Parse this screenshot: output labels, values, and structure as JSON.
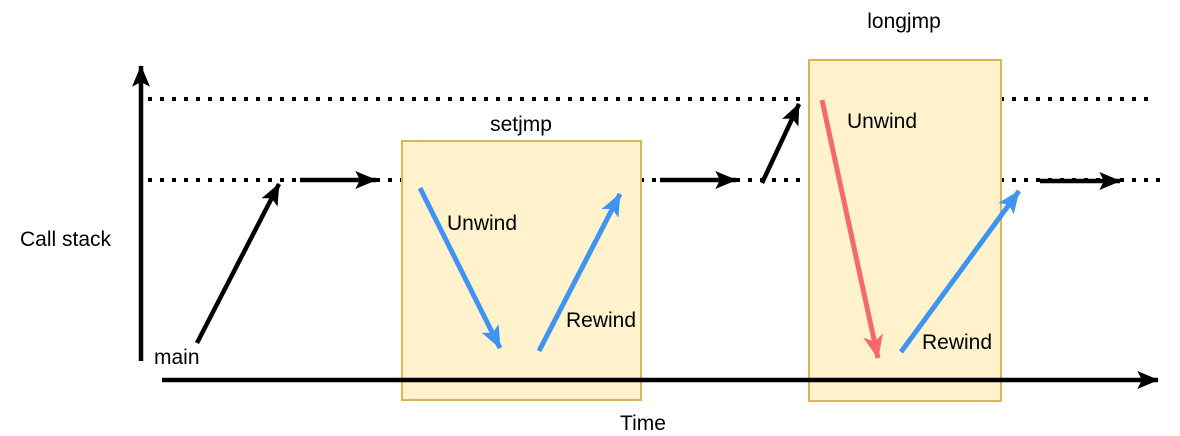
{
  "diagram": {
    "type": "setjmp-longjmp-call-stack-timeline",
    "axis": {
      "y_label": "Call stack",
      "x_label": "Time"
    },
    "origin_label": "main",
    "setjmp": {
      "title": "setjmp",
      "unwind_label": "Unwind",
      "rewind_label": "Rewind"
    },
    "longjmp": {
      "title": "longjmp",
      "unwind_label": "Unwind",
      "rewind_label": "Rewind"
    },
    "colors": {
      "black": "#000000",
      "box_fill": "#FFF2CC",
      "box_border": "#D6B656",
      "unwind_rewind_blue": "#3E94F0",
      "longjmp_unwind_red": "#F5696D",
      "background": "#FFFFFF"
    }
  }
}
